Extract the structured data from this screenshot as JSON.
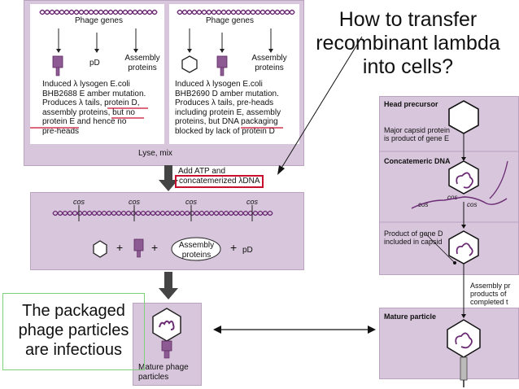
{
  "title": {
    "line1": "How to transfer",
    "line2": "recombinant lambda",
    "line3": "into cells?"
  },
  "left_cell": {
    "phage_genes": "Phage genes",
    "pD": "pD",
    "assembly_l1": "Assembly",
    "assembly_l2": "proteins",
    "desc": [
      "Induced λ lysogen E.coli",
      "BHB2688 E amber mutation.",
      "Produces λ tails, protein D,",
      "assembly proteins, but no",
      "protein E and hence no",
      "pre-heads"
    ]
  },
  "right_cell": {
    "phage_genes": "Phage genes",
    "assembly_l1": "Assembly",
    "assembly_l2": "proteins",
    "desc": [
      "Induced λ lysogen E.coli",
      "BHB2690 D amber mutation.",
      "Produces λ tails, pre-heads",
      "including protein E, assembly",
      "proteins, but DNA packaging",
      "blocked by lack of protein D"
    ]
  },
  "lyse_mix": "Lyse, mix",
  "add_atp": "Add ATP and",
  "concat_dna": "concatemerized λDNA",
  "middle": {
    "cos_labels": [
      "cos",
      "cos",
      "cos",
      "cos"
    ],
    "plus": [
      "+",
      "+",
      "+"
    ],
    "assembly_l1": "Assembly",
    "assembly_l2": "proteins",
    "pD": "pD"
  },
  "mature_phage_l1": "Mature phage",
  "mature_phage_l2": "particles",
  "green_note": {
    "line1": "The packaged",
    "line2": "phage particles",
    "line3": "are infectious"
  },
  "side": {
    "head_precursor": "Head precursor",
    "major_capsid_l1": "Major capsid protein",
    "major_capsid_l2": "is product of gene E",
    "concatemeric": "Concatemeric DNA",
    "cos_a": "cos",
    "cos_b": "cos",
    "cos_c": "cos",
    "gene_d_l1": "Product of gene D",
    "gene_d_l2": "included in capsid",
    "assembly_l1": "Assembly pr",
    "assembly_l2": "products of",
    "assembly_l3": "completed t",
    "mature": "Mature particle"
  },
  "colors": {
    "panel": "#d8c6dc",
    "accent_purple": "#6b2c73",
    "red_highlight": "#c8102e",
    "green_box": "#7fd07a"
  }
}
